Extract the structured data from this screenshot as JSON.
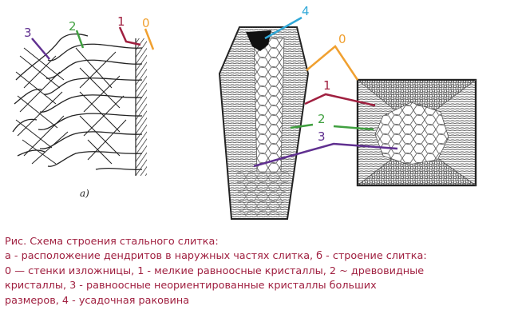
{
  "figure": {
    "sub_label": "а)",
    "labels": {
      "wall": "0",
      "fine": "1",
      "columnar": "2",
      "equiaxed": "3",
      "shrink": "4"
    },
    "colors": {
      "wall": "#f0a030",
      "fine": "#a02040",
      "columnar": "#40a040",
      "equiaxed": "#603090",
      "shrink": "#30a8d8"
    }
  },
  "caption": {
    "line1": "Рис. Схема строения стального слитка:",
    "line2": "а - расположение дендритов в наружных частях слитка, б - строение слитка:",
    "line3": "0 — стенки изложницы, 1 - мелкие равноосные кристаллы, 2 ~ древовидные",
    "line4": "кристаллы, 3 - равноосные неориентированные кристаллы больших",
    "line5": "размеров, 4 - усадочная раковина"
  }
}
